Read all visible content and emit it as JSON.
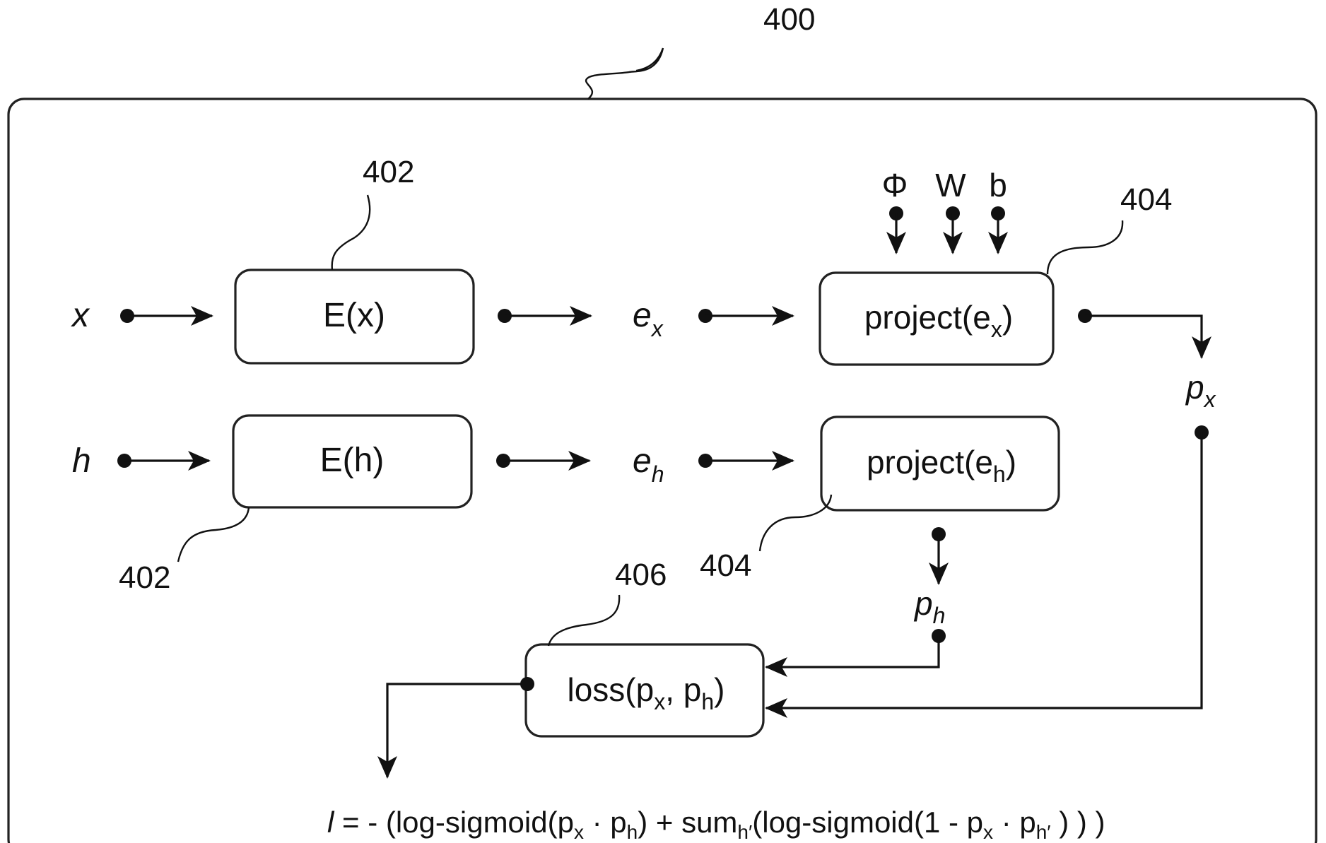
{
  "refs": {
    "system": "400",
    "encoder_top": "402",
    "encoder_bottom": "402",
    "projector_top": "404",
    "projector_bottom": "404",
    "loss": "406"
  },
  "inputs": {
    "x": "x",
    "h": "h"
  },
  "params": {
    "phi": "Φ",
    "w": "W",
    "b": "b"
  },
  "blocks": {
    "encoder_x": {
      "main": "E(x)"
    },
    "encoder_h": {
      "main": "E(h)"
    },
    "project_x": {
      "main": "project(e",
      "sub": "x",
      "tail": ")"
    },
    "project_h": {
      "main": "project(e",
      "sub": "h",
      "tail": ")"
    },
    "loss": {
      "main": "loss(p",
      "sub1": "x",
      "mid": ", p",
      "sub2": "h",
      "tail": ")"
    }
  },
  "embeddings": {
    "ex": {
      "base": "e",
      "sub": "x"
    },
    "eh": {
      "base": "e",
      "sub": "h"
    }
  },
  "projections": {
    "px": {
      "base": "p",
      "sub": "x"
    },
    "ph": {
      "base": "p",
      "sub": "h"
    }
  },
  "formula": {
    "l": "l",
    "t1": " = - (log-sigmoid(p",
    "s1": "x",
    "t2": " · p",
    "s2": "h",
    "t3": ") + sum",
    "s3": "h′",
    "t4": "(log-sigmoid(1 - p",
    "s4": "x",
    "t5": " · p",
    "s5": "h′",
    "t6": " ) ) )"
  }
}
